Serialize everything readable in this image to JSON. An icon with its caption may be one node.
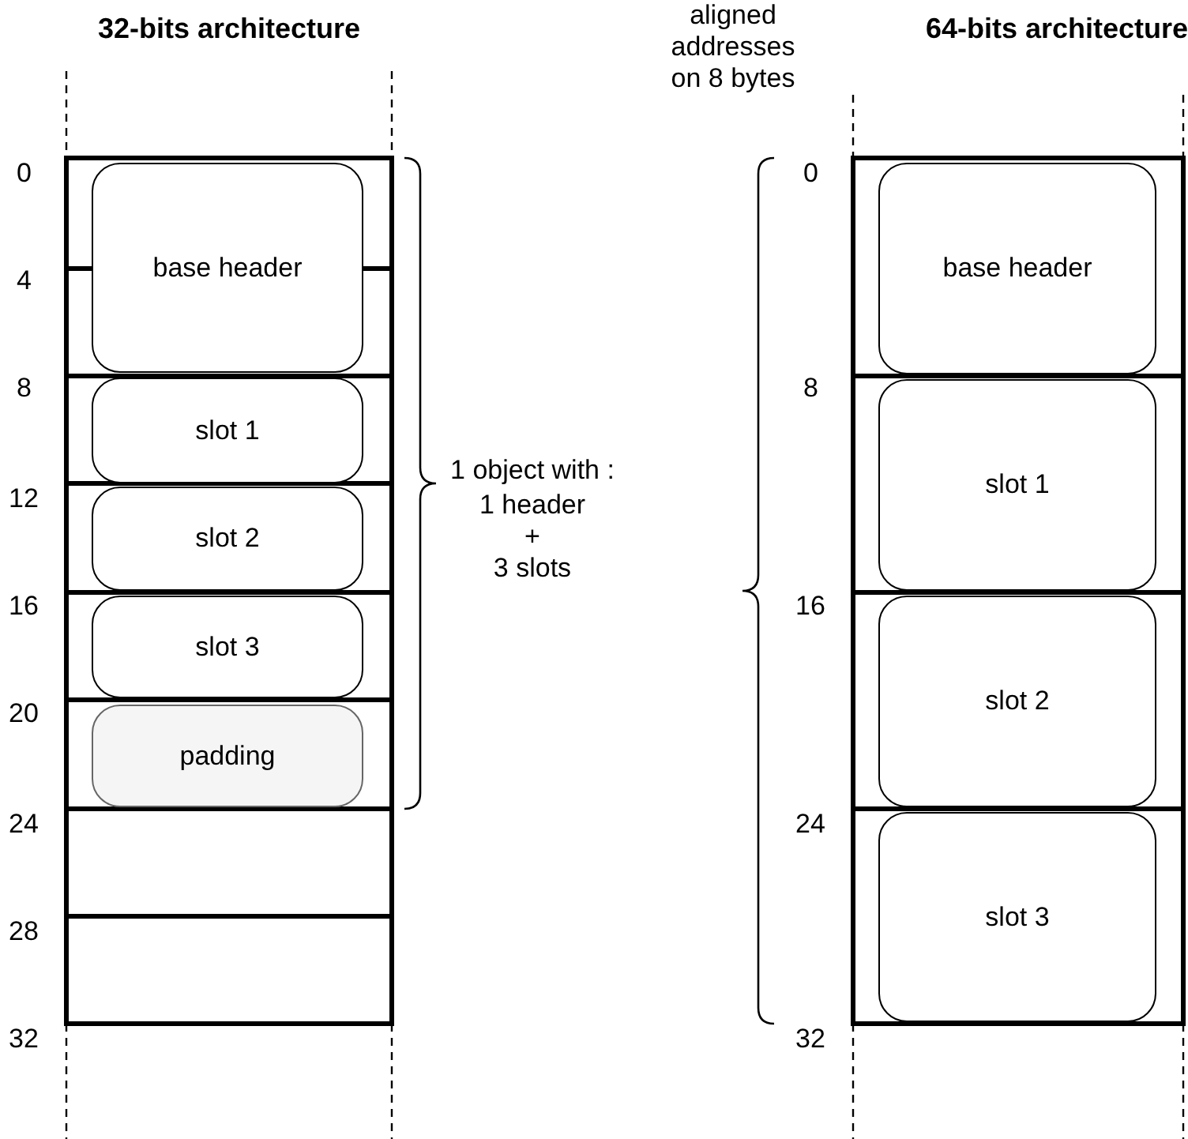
{
  "diagram": {
    "nodes": [
      {
        "text": [
          "base header"
        ]
      },
      {
        "text": [
          "slot 1"
        ]
      },
      {
        "text": [
          "slot 2"
        ]
      },
      {
        "text": [
          "slot 3"
        ]
      },
      {
        "text": [
          "padding"
        ]
      },
      {
        "text": [
          "base header"
        ]
      },
      {
        "text": [
          "slot 1"
        ]
      },
      {
        "text": [
          "slot 2"
        ]
      },
      {
        "text": [
          "slot 3"
        ]
      }
    ],
    "edges": [],
    "labels": [
      "32-bits architecture",
      "aligned addresses on 8 bytes",
      "64-bits architecture",
      "0",
      "4",
      "8",
      "12",
      "16",
      "20",
      "24",
      "28",
      "32",
      "1 object with :",
      "1 header",
      "+",
      "3 slots",
      "0",
      "8",
      "16",
      "24",
      "32"
    ]
  }
}
